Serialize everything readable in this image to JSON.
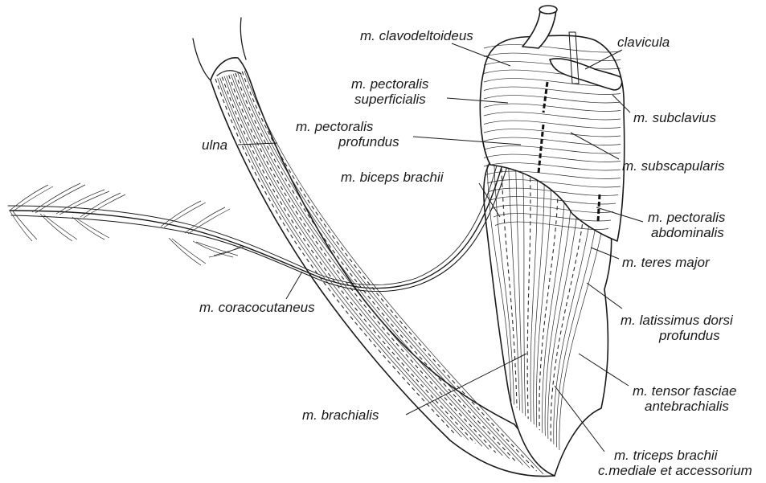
{
  "labels": {
    "clavodeltoideus": "m. clavodeltoideus",
    "clavicula": "clavicula",
    "pect_sup_1": "m. pectoralis",
    "pect_sup_2": "superficialis",
    "subclavius": "m. subclavius",
    "pect_prof_1": "m. pectoralis",
    "pect_prof_2": "profundus",
    "ulna": "ulna",
    "subscapularis": "m. subscapularis",
    "biceps": "m. biceps brachii",
    "pect_abd_1": "m. pectoralis",
    "pect_abd_2": "abdominalis",
    "teres": "m. teres major",
    "coracocutaneus": "m. coracocutaneus",
    "latissimus_1": "m. latissimus dorsi",
    "latissimus_2": "profundus",
    "tensor_1": "m. tensor fasciae",
    "tensor_2": "antebrachialis",
    "brachialis": "m. brachialis",
    "triceps_1": "m. triceps brachii",
    "triceps_2": "c.mediale et accessorium"
  }
}
